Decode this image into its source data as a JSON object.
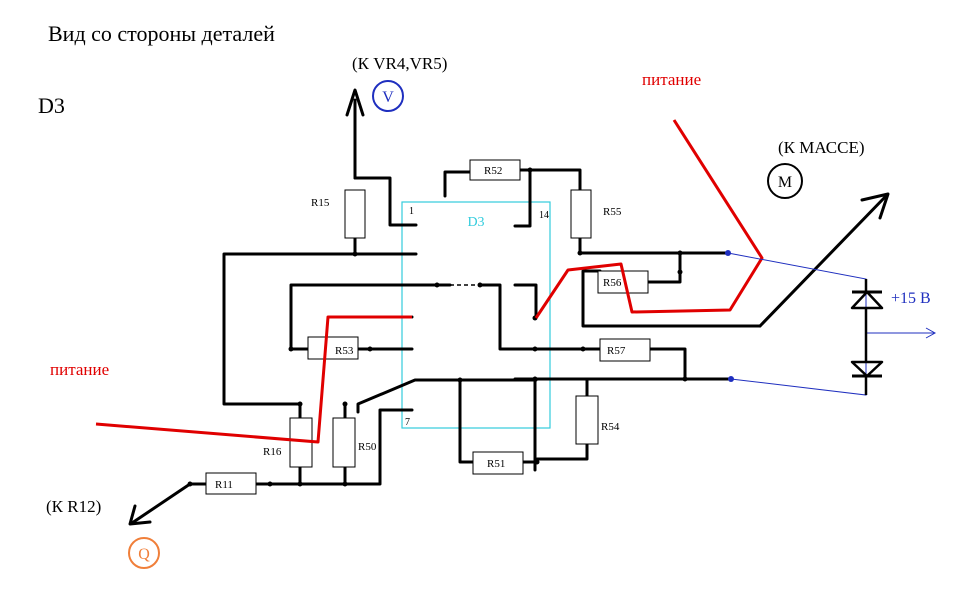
{
  "title": "Вид со стороны деталей",
  "chip": "D3",
  "chip_box_label": "D3",
  "top_note": "(К VR4,VR5)",
  "left_bottom_note": "(К R12)",
  "right_note": "(К МАССЕ)",
  "power_top": "питание",
  "power_left": "питание",
  "supply": "+15 В",
  "circle_v": "V",
  "circle_m": "М",
  "circle_q": "Q",
  "pin1": "1",
  "pin7": "7",
  "pin14": "14",
  "resistors": {
    "r15": "R15",
    "r52": "R52",
    "r55": "R55",
    "r56": "R56",
    "r53": "R53",
    "r57": "R57",
    "r16": "R16",
    "r50": "R50",
    "r54": "R54",
    "r51": "R51",
    "r11": "R11"
  },
  "colors": {
    "wire": "#000000",
    "power": "#e00000",
    "signal": "#1f2fbf",
    "chip": "#33ccdd",
    "q": "#f07f3a"
  }
}
